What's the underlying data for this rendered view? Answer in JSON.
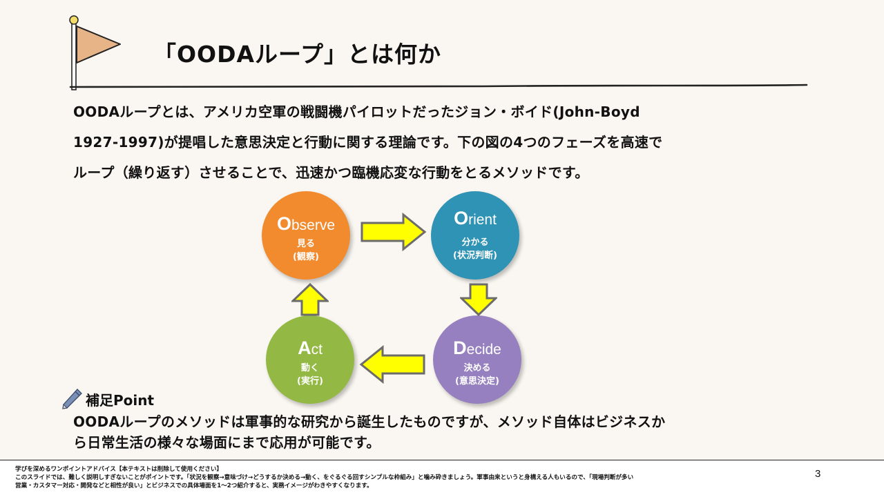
{
  "slide": {
    "title": "「OODAループ」とは何か",
    "intro_lines": [
      "OODAループとは、アメリカ空軍の戦闘機パイロットだったジョン・ボイド(John-Boyd",
      "1927-1997)が提唱した意思決定と行動に関する理論です。下の図の4つのフェーズを高速で",
      "ループ（繰り返す）させることで、迅速かつ臨機応変な行動をとるメソッドです。"
    ],
    "diagram": {
      "phases": [
        {
          "initial": "O",
          "rest": "bserve",
          "ja": "見る",
          "ja_sub": "(観察)",
          "color": "#f28a2e"
        },
        {
          "initial": "O",
          "rest": "rient",
          "ja": "分かる",
          "ja_sub": "(状況判断)",
          "color": "#2e93b4"
        },
        {
          "initial": "D",
          "rest": "ecide",
          "ja": "決める",
          "ja_sub": "(意思決定)",
          "color": "#9680bf"
        },
        {
          "initial": "A",
          "rest": "ct",
          "ja": "動く",
          "ja_sub": "(実行)",
          "color": "#93b944"
        }
      ],
      "arrow_color": "#ffff00",
      "arrow_border": "#6b6b6b"
    },
    "note": {
      "icon": "pen-icon",
      "heading": "補足Point",
      "lines": [
        "OODAループのメソッドは軍事的な研究から誕生したものですが、メソッド自体はビジネスか",
        "ら日常生活の様々な場面にまで応用が可能です。"
      ]
    }
  },
  "speaker_notes": {
    "lines": [
      "学びを深めるワンポイントアドバイス【本テキストは削除して使用ください】",
      "このスライドでは、難しく説明しすぎないことがポイントです。「状況を観察→意味づけ→どうするか決める→動く、をぐるぐる回すシンプルな枠組み」と噛み砕きましょう。軍事由来というと身構える人もいるので、「現場判断が多い",
      "営業・カスタマー対応・開発などと相性が良い」とビジネスでの具体場面を1～2つ紹介すると、実務イメージがわきやすくなります。"
    ],
    "page_number": "3"
  }
}
